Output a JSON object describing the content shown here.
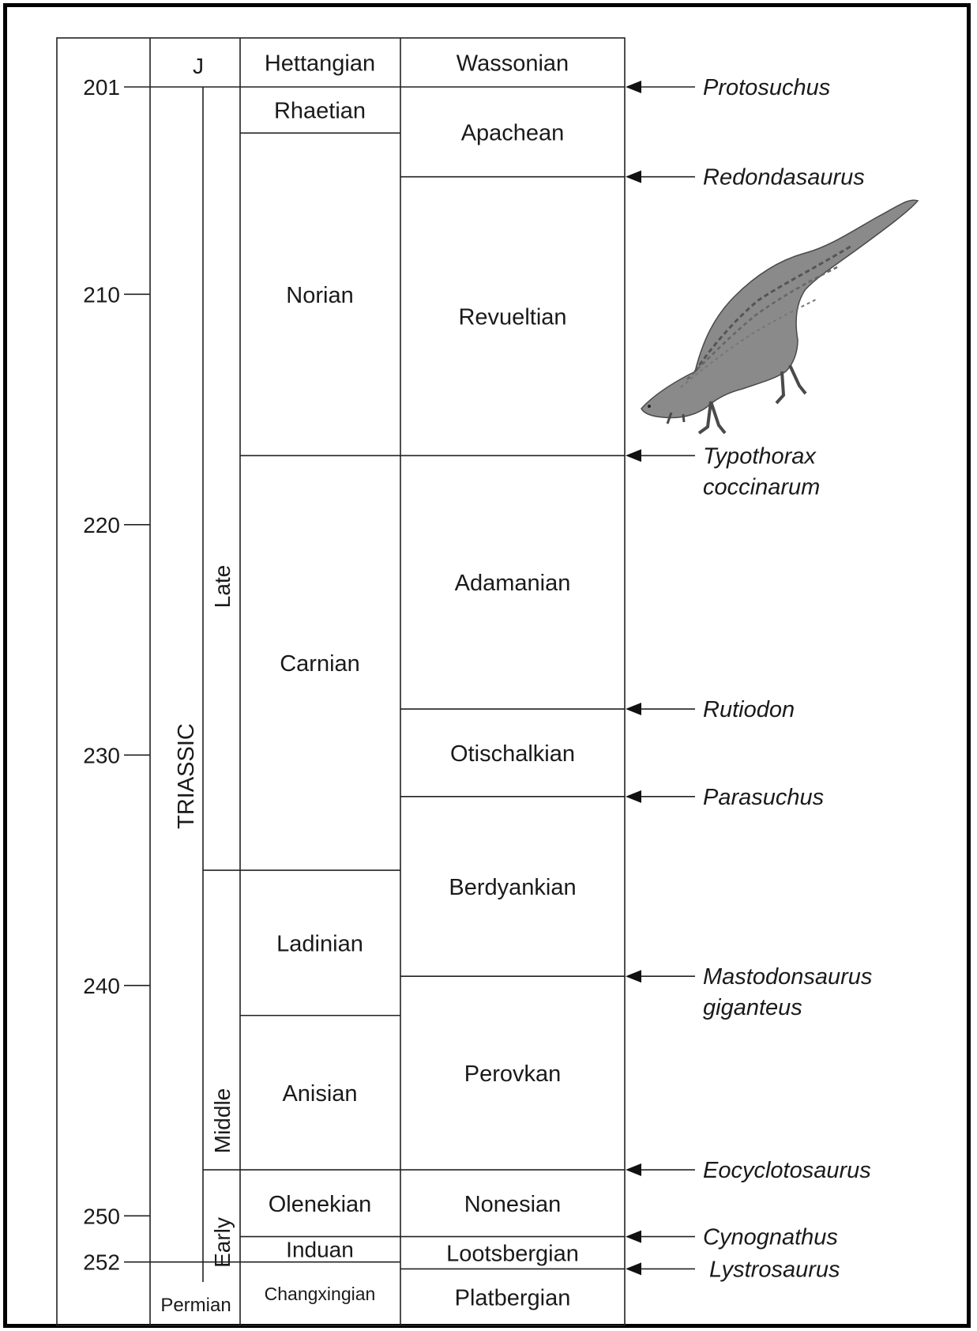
{
  "age_ticks": [
    {
      "age": 201,
      "label": "201"
    },
    {
      "age": 210,
      "label": "210"
    },
    {
      "age": 220,
      "label": "220"
    },
    {
      "age": 230,
      "label": "230"
    },
    {
      "age": 240,
      "label": "240"
    },
    {
      "age": 250,
      "label": "250"
    },
    {
      "age": 252,
      "label": "252"
    }
  ],
  "systems": {
    "jurassic": "J",
    "triassic": "TRIASSIC",
    "permian": "Permian"
  },
  "epochs": {
    "late": "Late",
    "middle": "Middle",
    "early": "Early"
  },
  "stages": [
    {
      "name": "Hettangian",
      "top": 199.0,
      "bottom": 201.0
    },
    {
      "name": "Rhaetian",
      "top": 201.0,
      "bottom": 203.0
    },
    {
      "name": "Norian",
      "top": 203.0,
      "bottom": 217.0
    },
    {
      "name": "Carnian",
      "top": 217.0,
      "bottom": 235.0
    },
    {
      "name": "Ladinian",
      "top": 235.0,
      "bottom": 241.3
    },
    {
      "name": "Anisian",
      "top": 241.3,
      "bottom": 248.0
    },
    {
      "name": "Olenekian",
      "top": 248.0,
      "bottom": 250.9
    },
    {
      "name": "Induan",
      "top": 250.9,
      "bottom": 252.0
    },
    {
      "name": "Changxingian",
      "top": 252.0,
      "bottom": 253.9
    }
  ],
  "lvfs": [
    {
      "name": "Wassonian",
      "top": 199.0,
      "bottom": 201.0
    },
    {
      "name": "Apachean",
      "top": 201.0,
      "bottom": 204.9
    },
    {
      "name": "Revueltian",
      "top": 204.9,
      "bottom": 217.0
    },
    {
      "name": "Adamanian",
      "top": 217.0,
      "bottom": 228.0
    },
    {
      "name": "Otischalkian",
      "top": 228.0,
      "bottom": 231.8
    },
    {
      "name": "Berdyankian",
      "top": 231.8,
      "bottom": 239.6
    },
    {
      "name": "Perovkan",
      "top": 239.6,
      "bottom": 248.0
    },
    {
      "name": "Nonesian",
      "top": 248.0,
      "bottom": 250.9
    },
    {
      "name": "Lootsbergian",
      "top": 250.9,
      "bottom": 252.3
    },
    {
      "name": "Platbergian",
      "top": 252.3,
      "bottom": 253.9
    }
  ],
  "markers": [
    {
      "age": 201.0,
      "lines": [
        "Protosuchus"
      ]
    },
    {
      "age": 204.9,
      "lines": [
        "Redondasaurus"
      ]
    },
    {
      "age": 217.0,
      "lines": [
        "Typothorax",
        "coccinarum"
      ]
    },
    {
      "age": 228.0,
      "lines": [
        "Rutiodon"
      ]
    },
    {
      "age": 231.8,
      "lines": [
        "Parasuchus"
      ]
    },
    {
      "age": 239.6,
      "lines": [
        "Mastodonsaurus",
        "giganteus"
      ]
    },
    {
      "age": 248.0,
      "lines": [
        "Eocyclotosaurus"
      ]
    },
    {
      "age": 250.9,
      "lines": [
        "Cynognathus"
      ]
    },
    {
      "age": 252.3,
      "lines": [
        "Lystrosaurus"
      ]
    }
  ],
  "illustration": {
    "icon": "armored-reptile-icon",
    "color": "#8a8a8a"
  }
}
